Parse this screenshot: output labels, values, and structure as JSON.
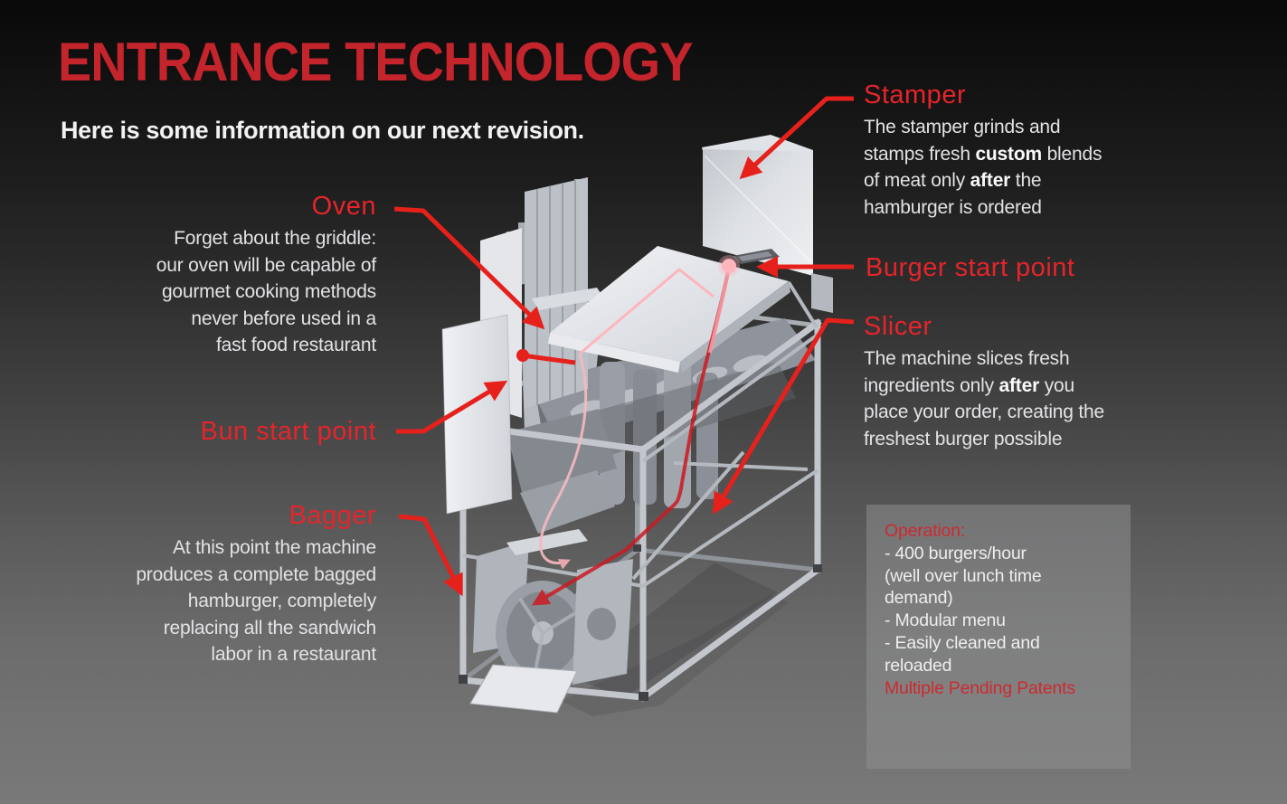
{
  "slide": {
    "title": "ENTRANCE TECHNOLOGY",
    "subtitle": "Here is some information on our next revision.",
    "colors": {
      "title_red": "#c4242b",
      "label_red": "#e6242b",
      "arrow_red": "#e6211c",
      "path_pink": "#ffb5bc",
      "body_text": "#e2e3e6",
      "panel_red": "#cd2a30"
    },
    "callouts": {
      "oven": {
        "label": "Oven",
        "desc": [
          "Forget about the griddle:",
          "our oven will be capable of",
          "gourmet cooking methods",
          "never before used in a",
          "fast food restaurant"
        ]
      },
      "stamper": {
        "label": "Stamper",
        "desc": [
          "The stamper grinds and",
          [
            {
              "t": "stamps fresh "
            },
            {
              "t": "custom",
              "b": true
            },
            {
              "t": " blends"
            }
          ],
          [
            {
              "t": "of meat only "
            },
            {
              "t": "after",
              "b": true
            },
            {
              "t": " the"
            }
          ],
          "hamburger is ordered"
        ]
      },
      "burger_start": {
        "label": "Burger start point"
      },
      "slicer": {
        "label": "Slicer",
        "desc": [
          "The machine slices fresh",
          [
            {
              "t": "ingredients only "
            },
            {
              "t": "after",
              "b": true
            },
            {
              "t": " you"
            }
          ],
          "place your order, creating the",
          "freshest burger possible"
        ]
      },
      "bun_start": {
        "label": "Bun start point"
      },
      "bagger": {
        "label": "Bagger",
        "desc": [
          "At this point the machine",
          "produces a complete bagged",
          "hamburger, completely",
          "replacing all the sandwich",
          "labor in a restaurant"
        ]
      }
    },
    "operation_panel": {
      "lines": [
        {
          "t": "Operation:",
          "red": true
        },
        {
          "t": "- 400 burgers/hour"
        },
        {
          "t": "(well over lunch time"
        },
        {
          "t": "demand)"
        },
        {
          "t": "- Modular menu"
        },
        {
          "t": "- Easily cleaned and"
        },
        {
          "t": "reloaded"
        },
        {
          "t": "Multiple Pending Patents",
          "red": true
        }
      ]
    }
  }
}
